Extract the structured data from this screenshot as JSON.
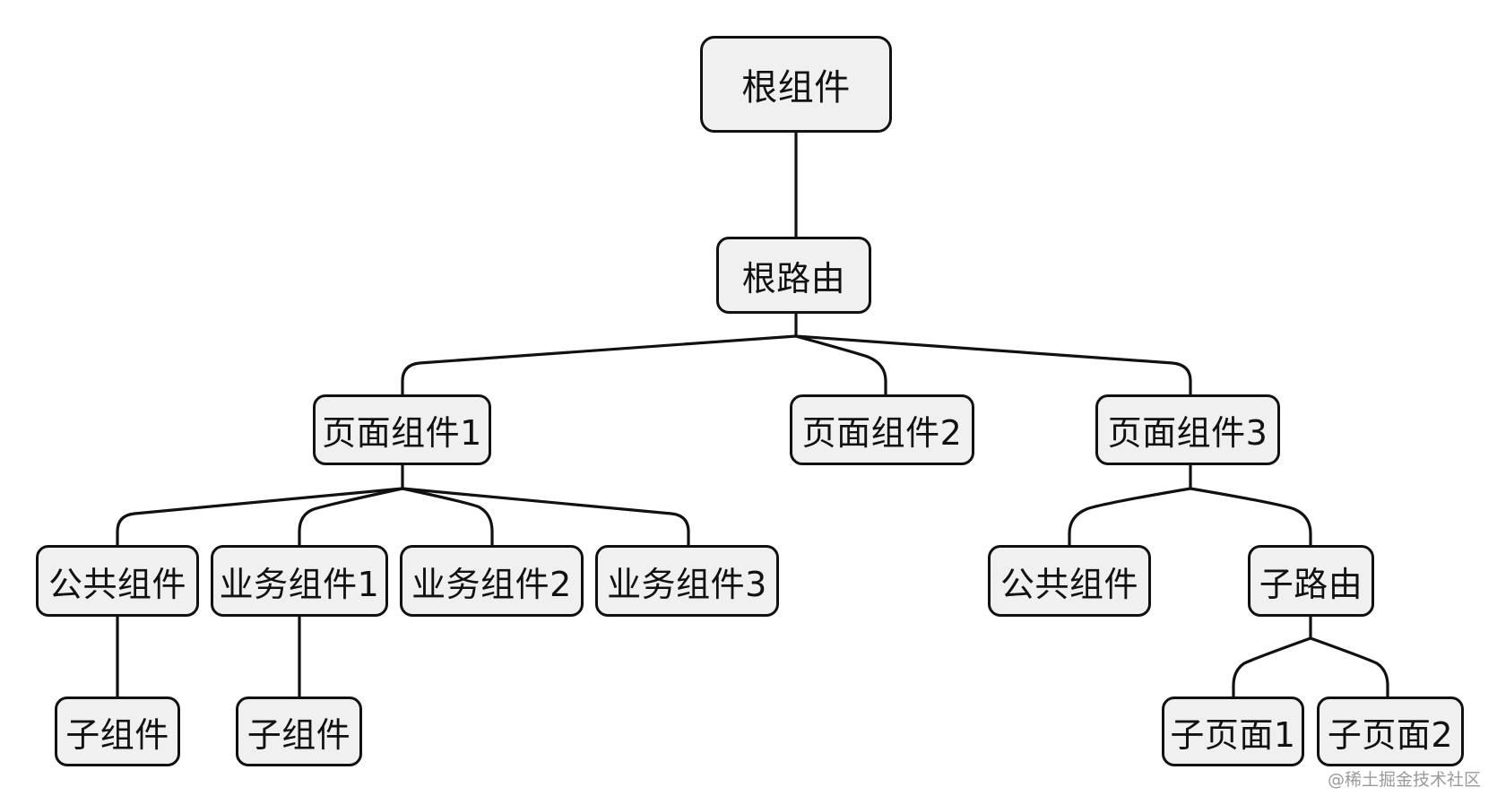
{
  "nodes": {
    "root_component": "根组件",
    "root_router": "根路由",
    "page_1": "页面组件1",
    "page_2": "页面组件2",
    "page_3": "页面组件3",
    "p1_common": "公共组件",
    "p1_biz_1": "业务组件1",
    "p1_biz_2": "业务组件2",
    "p1_biz_3": "业务组件3",
    "p1_common_child": "子组件",
    "p1_biz_1_child": "子组件",
    "p3_common": "公共组件",
    "p3_sub_router": "子路由",
    "sub_page_1": "子页面1",
    "sub_page_2": "子页面2"
  },
  "watermark": "@稀土掘金技术社区",
  "colors": {
    "node_fill": "#f0f0f0",
    "node_border": "#111111",
    "edge": "#111111",
    "watermark": "#9a9a9a"
  }
}
